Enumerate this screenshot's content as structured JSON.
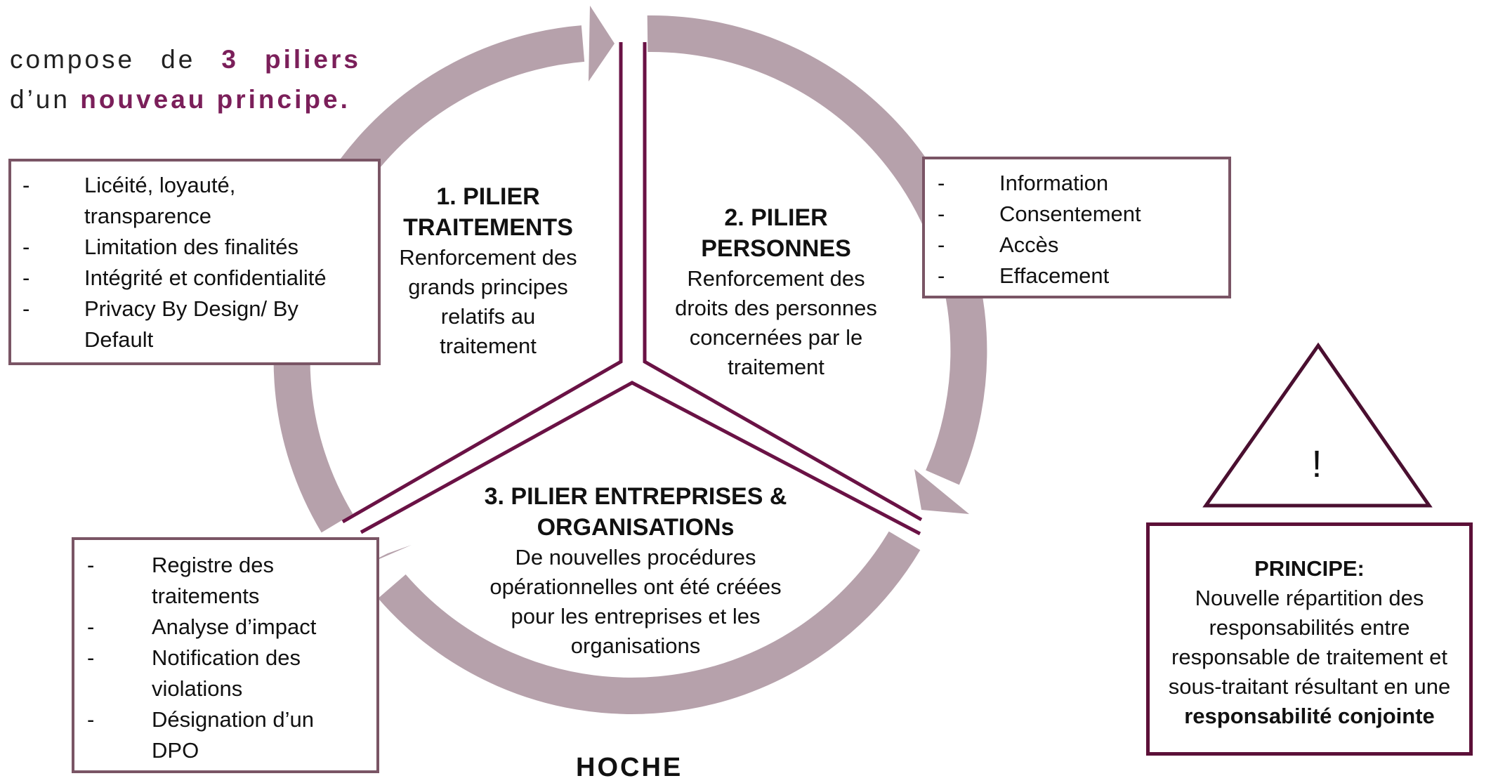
{
  "intro": {
    "line1_prefix": "compose de ",
    "line1_highlight": "3 piliers",
    "line2_prefix": "d’un ",
    "line2_highlight": "nouveau principe."
  },
  "pillars": [
    {
      "title_a": "1. PILIER",
      "title_b": "TRAITEMENTS",
      "desc": [
        "Renforcement des",
        "grands principes",
        "relatifs au",
        "traitement"
      ]
    },
    {
      "title_a": "2. PILIER",
      "title_b": "PERSONNES",
      "desc": [
        "Renforcement des",
        "droits des personnes",
        "concernées par le",
        "traitement"
      ]
    },
    {
      "title_a": "3. PILIER ENTREPRISES &",
      "title_b": "ORGANISATIONs",
      "desc": [
        "De nouvelles procédures",
        "opérationnelles ont été créées",
        "pour les entreprises et les",
        "organisations"
      ]
    }
  ],
  "box_traitements": {
    "items": [
      [
        "Licéité, loyauté,",
        "transparence"
      ],
      [
        "Limitation des finalités"
      ],
      [
        "Intégrité et confidentialité"
      ],
      [
        "Privacy By Design/ By",
        "Default"
      ]
    ]
  },
  "box_personnes": {
    "items": [
      [
        "Information"
      ],
      [
        "Consentement"
      ],
      [
        "Accès"
      ],
      [
        "Effacement"
      ]
    ]
  },
  "box_entreprises": {
    "items": [
      [
        "Registre des",
        "traitements"
      ],
      [
        "Analyse d’impact"
      ],
      [
        "Notification des",
        "violations"
      ],
      [
        "Désignation d’un",
        "DPO"
      ]
    ]
  },
  "dash": "-",
  "warning": {
    "symbol": "!"
  },
  "principe": {
    "heading": "PRINCIPE:",
    "lines": [
      "Nouvelle répartition des",
      "responsabilités entre",
      "responsable de traitement et",
      "sous-traitant résultant en une"
    ],
    "bold_line": "responsabilité conjointe"
  },
  "footer": "HOCHE",
  "colors": {
    "ring": "#b6a1ab",
    "divider": "#6a1245",
    "box_border": "#7a5565",
    "accent": "#7b1f5a",
    "triangle": "#4a0f30"
  }
}
